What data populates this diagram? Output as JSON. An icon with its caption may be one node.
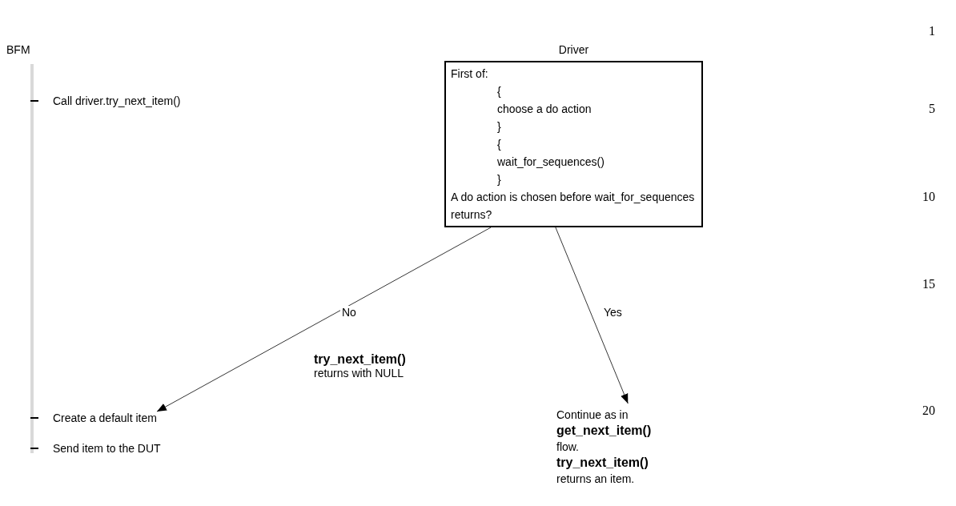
{
  "diagram": {
    "nodes": [
      {
        "text": [
          "Driver",
          "First of:",
          "{",
          "choose a do action",
          "}",
          "{",
          "wait_for_sequences()",
          "}",
          "A do action is chosen before wait_for_sequences returns?"
        ]
      },
      {
        "text": [
          "Create a default item"
        ]
      },
      {
        "text": [
          "Continue as in **get_next_item()** flow.",
          "**try_next_item()** returns an item."
        ]
      }
    ],
    "edges": [
      {
        "from": 0,
        "to": 1,
        "arrow": "to",
        "label": "No"
      },
      {
        "from": 0,
        "to": 2,
        "arrow": "to",
        "label": "Yes"
      }
    ],
    "labels": [
      "1",
      "BFM",
      "Call driver.try_next_item()",
      "5",
      "10",
      "15",
      "**try_next_item()** returns with NULL",
      "Send item to the DUT",
      "20"
    ]
  }
}
